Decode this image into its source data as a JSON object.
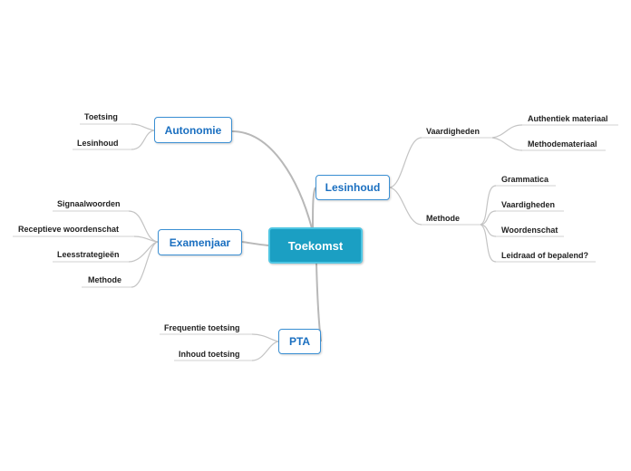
{
  "mindmap": {
    "central": "Toekomst",
    "autonomie": {
      "label": "Autonomie",
      "children": [
        "Toetsing",
        "Lesinhoud"
      ]
    },
    "examenjaar": {
      "label": "Examenjaar",
      "children": [
        "Signaalwoorden",
        "Receptieve woordenschat",
        "Leesstrategieën",
        "Methode"
      ]
    },
    "pta": {
      "label": "PTA",
      "children": [
        "Frequentie toetsing",
        "Inhoud toetsing"
      ]
    },
    "lesinhoud": {
      "label": "Lesinhoud",
      "vaardigheden": {
        "label": "Vaardigheden",
        "children": [
          "Authentiek materiaal",
          "Methodemateriaal"
        ]
      },
      "methode": {
        "label": "Methode",
        "children": [
          "Grammatica",
          "Vaardigheden",
          "Woordenschat",
          "Leidraad of bepalend?"
        ]
      }
    }
  }
}
